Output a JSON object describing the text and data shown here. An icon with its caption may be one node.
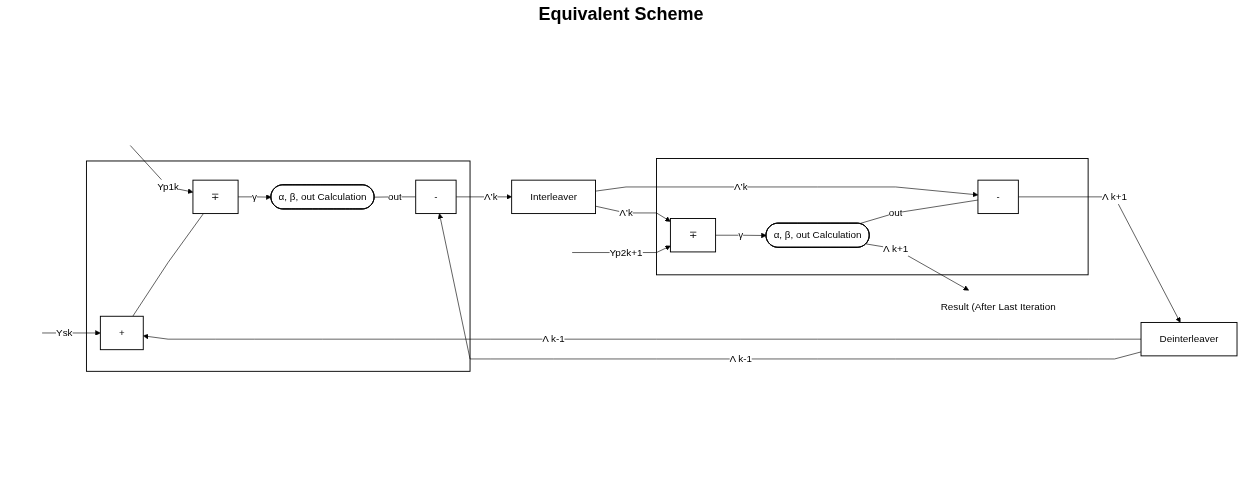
{
  "diagram": {
    "title": "Equivalent Scheme",
    "nodes": [
      {
        "text": [],
        "shape": "box"
      },
      {
        "text": [
          "+"
        ],
        "in": 0
      },
      {
        "text": [
          "∓"
        ],
        "in": 0
      },
      {
        "text": [
          "α, β, out Calculation"
        ],
        "in": 0
      },
      {
        "text": [
          "-"
        ],
        "in": 0
      },
      {
        "text": [
          "Interleaver"
        ]
      },
      {
        "text": [],
        "shape": "box"
      },
      {
        "text": [
          "∓"
        ],
        "in": 6
      },
      {
        "text": [
          "α, β, out Calculation"
        ],
        "in": 6
      },
      {
        "text": [
          "-"
        ],
        "in": 6
      },
      {
        "text": [
          "Deinterleaver"
        ]
      },
      {
        "text": [
          "Result (After Last Iteration"
        ]
      }
    ],
    "edges": [
      {
        "from": null,
        "to": 2,
        "arrow": "to",
        "label": "Yp1k"
      },
      {
        "from": null,
        "to": 1,
        "arrow": "to",
        "label": "Ysk"
      },
      {
        "from": 10,
        "to": 1,
        "arrow": "to",
        "label": "Λ k-1"
      },
      {
        "from": 10,
        "to": 4,
        "arrow": "to",
        "label": "Λ k-1"
      },
      {
        "from": 1,
        "to": 2,
        "arrow": "none"
      },
      {
        "from": 2,
        "to": 3,
        "arrow": "to",
        "label": "γ"
      },
      {
        "from": 3,
        "to": 4,
        "arrow": "none",
        "label": "out"
      },
      {
        "from": 4,
        "to": 5,
        "arrow": "to",
        "label": "Λ’k"
      },
      {
        "from": 5,
        "to": 7,
        "arrow": "to",
        "label": "Λ’k"
      },
      {
        "from": 5,
        "to": 9,
        "arrow": "to",
        "label": "Λ’k"
      },
      {
        "from": null,
        "to": 7,
        "arrow": "to",
        "label": "Yp2k+1"
      },
      {
        "from": 7,
        "to": 8,
        "arrow": "to",
        "label": "γ"
      },
      {
        "from": 8,
        "to": 9,
        "arrow": "none",
        "label": "out"
      },
      {
        "from": 8,
        "to": 11,
        "arrow": "to",
        "label": "Λ k+1"
      },
      {
        "from": 9,
        "to": 10,
        "arrow": "to",
        "label": "Λ k+1"
      }
    ]
  }
}
